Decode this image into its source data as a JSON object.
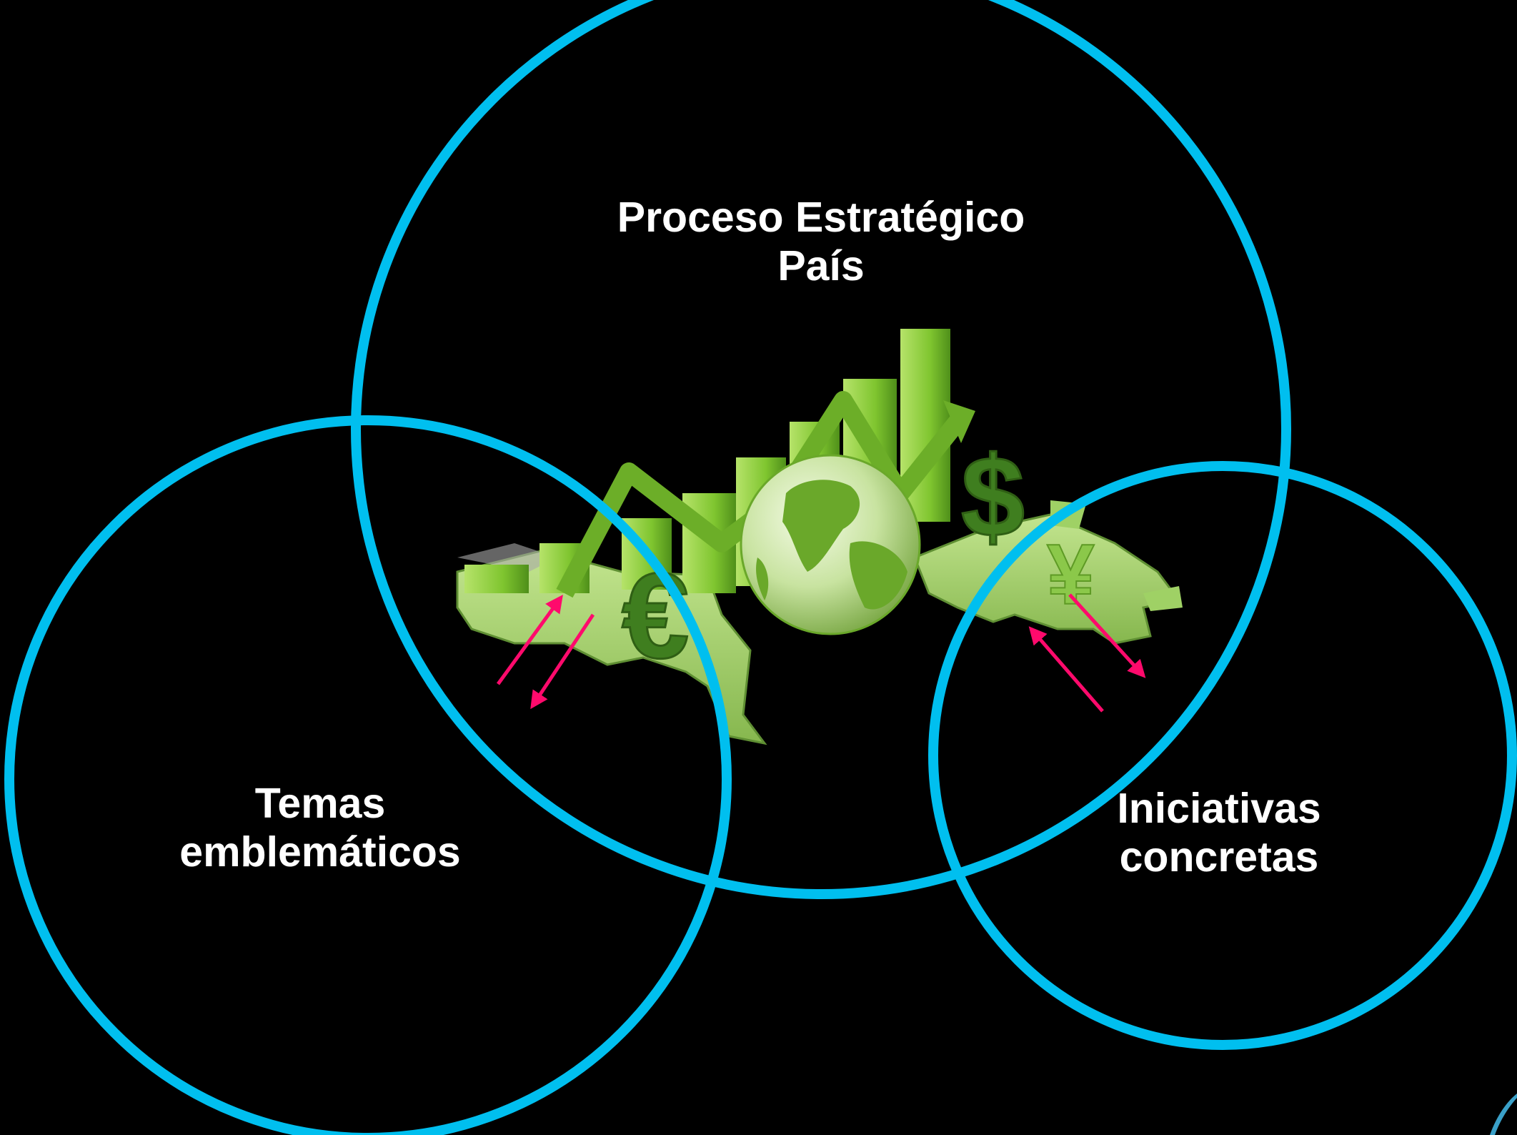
{
  "colors": {
    "background": "#000000",
    "circle_stroke": "#00bfef",
    "arrow": "#ff0a6c",
    "map_green": "#9fd165",
    "bar_green": "#7cc12e",
    "globe_green": "#6aa82a"
  },
  "circles": {
    "top": {
      "line1": "Proceso Estratégico",
      "line2": "País"
    },
    "left": {
      "line1": "Temas",
      "line2": "emblemáticos"
    },
    "right": {
      "line1": "Iniciativas",
      "line2": "concretas"
    }
  },
  "illustration": {
    "icons": [
      "bar-chart-icon",
      "globe-icon",
      "dollar-icon",
      "euro-icon",
      "yen-icon",
      "world-map-icon",
      "trend-arrow-icon"
    ],
    "currency_symbols": {
      "dollar": "$",
      "euro": "€",
      "yen": "¥"
    }
  }
}
